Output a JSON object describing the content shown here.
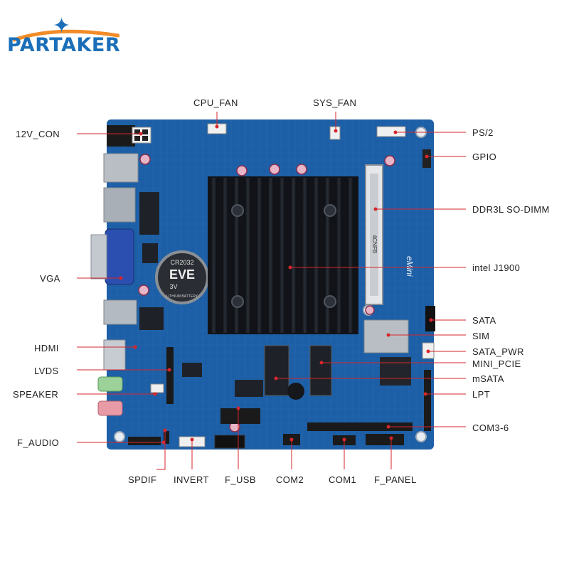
{
  "brand": {
    "logo_text": "PARTAKER"
  },
  "labels": {
    "cpu_fan": "CPU_FAN",
    "sys_fan": "SYS_FAN",
    "con_12v": "12V_CON",
    "ps2": "PS/2",
    "gpio": "GPIO",
    "ddr3l": "DDR3L SO-DIMM",
    "cpu": "intel J1900",
    "vga": "VGA",
    "sata": "SATA",
    "sim": "SIM",
    "sata_pwr": "SATA_PWR",
    "hdmi": "HDMI",
    "mini_pcie": "MINI_PCIE",
    "lvds": "LVDS",
    "msata": "mSATA",
    "speaker": "SPEAKER",
    "lpt": "LPT",
    "com36": "COM3-6",
    "f_audio": "F_AUDIO",
    "spdif": "SPDIF",
    "invert": "INVERT",
    "f_usb": "F_USB",
    "com2": "COM2",
    "com1": "COM1",
    "f_panel": "F_PANEL"
  },
  "board": {
    "battery_text": "EVE",
    "battery_model": "CR2032",
    "battery_voltage": "3V",
    "battery_sub": "LITHIUM BATTERY",
    "brand_mark": "eMini",
    "dimm_text": "4CNFB"
  },
  "colors": {
    "pcb": "#1d5fa6",
    "pcb_dark": "#154b85",
    "leader": "#d6262d",
    "logo_blue": "#1b6fb8",
    "logo_orange": "#f28c28",
    "heatsink": "#111318"
  }
}
